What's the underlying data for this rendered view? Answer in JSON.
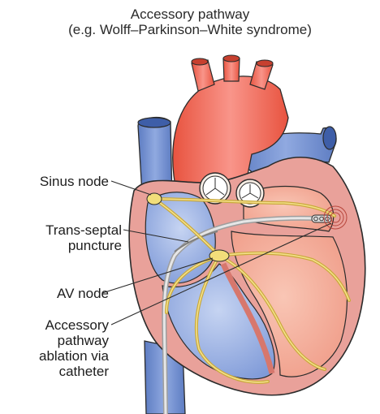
{
  "title": {
    "line1": "Accessory pathway",
    "line2": "(e.g. Wolff–Parkinson–White syndrome)"
  },
  "labels": {
    "sinus_node": "Sinus node",
    "trans_septal_1": "Trans-septal",
    "trans_septal_2": "puncture",
    "av_node": "AV node",
    "accessory_1": "Accessory",
    "accessory_2": "pathway",
    "accessory_3": "ablation via",
    "accessory_4": "catheter"
  },
  "colors": {
    "vessel_blue": "#6f8fd0",
    "vessel_blue_light": "#b9c8ec",
    "aorta_red": "#f26d5b",
    "aorta_light": "#f9a79b",
    "muscle_pink": "#e9a19a",
    "muscle_dark": "#d7776d",
    "chamber_peach": "#f4b19c",
    "conduction_yellow": "#e8cf63",
    "catheter_grey": "#c9c9c9",
    "outline": "#2b2b2b"
  }
}
